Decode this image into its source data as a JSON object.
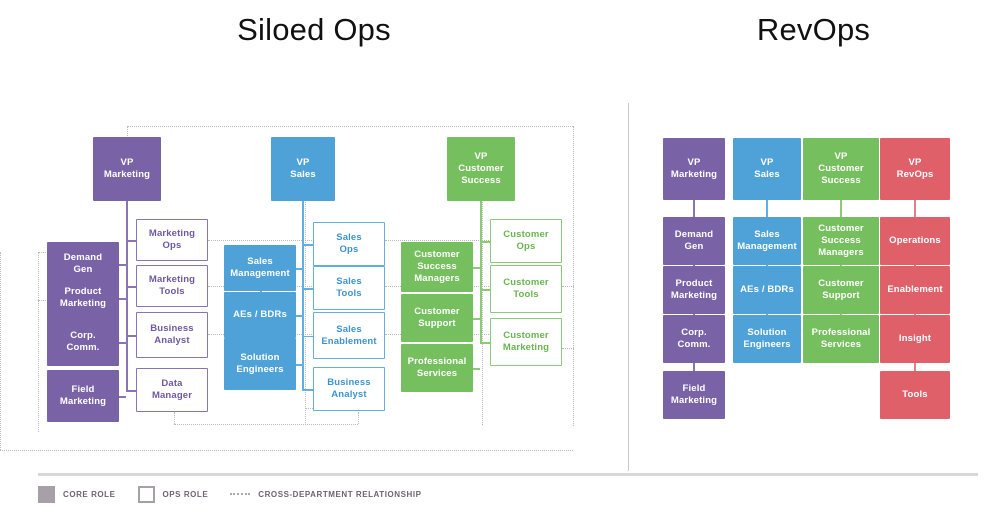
{
  "titles": {
    "left": "Siloed Ops",
    "right": "RevOps"
  },
  "palette": {
    "marketing_purple": "#7a62a7",
    "sales_blue": "#4fa2d8",
    "customer_green": "#76bf5e",
    "revops_red": "#e0606a",
    "relationship_dotted": "#b9b9b9",
    "divider": "#c9c9c9"
  },
  "legend": {
    "items": [
      {
        "label": "CORE ROLE",
        "swatch": "filled-swatch"
      },
      {
        "label": "OPS ROLE",
        "swatch": "outlined-swatch"
      },
      {
        "label": "CROSS-DEPARTMENT RELATIONSHIP",
        "swatch": "dotted-line-swatch"
      }
    ]
  },
  "siloed": {
    "departments": [
      {
        "key": "marketing",
        "color": "purple",
        "head": "VP\nMarketing",
        "head_lines": [
          "VP",
          "Marketing"
        ],
        "core_roles": [
          {
            "lines": [
              "Demand",
              "Gen"
            ]
          },
          {
            "lines": [
              "Product",
              "Marketing"
            ]
          },
          {
            "lines": [
              "Corp.",
              "Comm."
            ]
          },
          {
            "lines": [
              "Field",
              "Marketing"
            ]
          }
        ],
        "ops_roles": [
          {
            "lines": [
              "Marketing",
              "Ops"
            ]
          },
          {
            "lines": [
              "Marketing",
              "Tools"
            ]
          },
          {
            "lines": [
              "Business",
              "Analyst"
            ]
          },
          {
            "lines": [
              "Data",
              "Manager"
            ]
          }
        ]
      },
      {
        "key": "sales",
        "color": "blue",
        "head_lines": [
          "VP",
          "Sales"
        ],
        "core_roles": [
          {
            "lines": [
              "Sales",
              "Management"
            ]
          },
          {
            "lines": [
              "AEs / BDRs"
            ]
          },
          {
            "lines": [
              "Solution",
              "Engineers"
            ]
          }
        ],
        "ops_roles": [
          {
            "lines": [
              "Sales",
              "Ops"
            ]
          },
          {
            "lines": [
              "Sales",
              "Tools"
            ]
          },
          {
            "lines": [
              "Sales",
              "Enablement"
            ]
          },
          {
            "lines": [
              "Business",
              "Analyst"
            ]
          }
        ]
      },
      {
        "key": "customer-success",
        "color": "green",
        "head_lines": [
          "VP",
          "Customer",
          "Success"
        ],
        "core_roles": [
          {
            "lines": [
              "Customer",
              "Success",
              "Managers"
            ]
          },
          {
            "lines": [
              "Customer",
              "Support"
            ]
          },
          {
            "lines": [
              "Professional",
              "Services"
            ]
          }
        ],
        "ops_roles": [
          {
            "lines": [
              "Customer",
              "Ops"
            ]
          },
          {
            "lines": [
              "Customer",
              "Tools"
            ]
          },
          {
            "lines": [
              "Customer",
              "Marketing"
            ]
          }
        ]
      }
    ]
  },
  "revops": {
    "columns": [
      {
        "key": "marketing",
        "color": "purple",
        "head_lines": [
          "VP",
          "Marketing"
        ],
        "roles": [
          {
            "lines": [
              "Demand",
              "Gen"
            ]
          },
          {
            "lines": [
              "Product",
              "Marketing"
            ]
          },
          {
            "lines": [
              "Corp.",
              "Comm."
            ]
          },
          {
            "lines": [
              "Field",
              "Marketing"
            ]
          }
        ]
      },
      {
        "key": "sales",
        "color": "blue",
        "head_lines": [
          "VP",
          "Sales"
        ],
        "roles": [
          {
            "lines": [
              "Sales",
              "Management"
            ]
          },
          {
            "lines": [
              "AEs / BDRs"
            ]
          },
          {
            "lines": [
              "Solution",
              "Engineers"
            ]
          }
        ]
      },
      {
        "key": "customer-success",
        "color": "green",
        "head_lines": [
          "VP",
          "Customer",
          "Success"
        ],
        "roles": [
          {
            "lines": [
              "Customer",
              "Success",
              "Managers"
            ]
          },
          {
            "lines": [
              "Customer",
              "Support"
            ]
          },
          {
            "lines": [
              "Professional",
              "Services"
            ]
          }
        ]
      },
      {
        "key": "revops",
        "color": "red",
        "head_lines": [
          "VP",
          "RevOps"
        ],
        "roles": [
          {
            "lines": [
              "Operations"
            ]
          },
          {
            "lines": [
              "Enablement"
            ]
          },
          {
            "lines": [
              "Insight"
            ]
          },
          {
            "lines": [
              "Tools"
            ]
          }
        ]
      }
    ]
  }
}
